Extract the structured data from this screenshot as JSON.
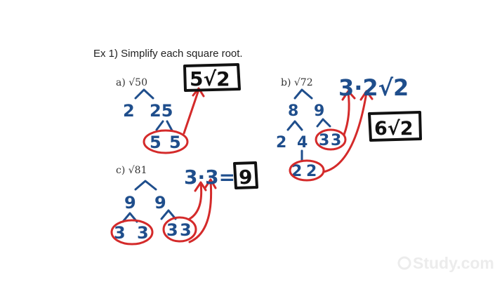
{
  "title": "Ex 1) Simplify each square root.",
  "problems": {
    "a": {
      "label": "a) √50",
      "tree": [
        "2",
        "25",
        "5",
        "5"
      ],
      "answer": "5√2"
    },
    "b": {
      "label": "b) √72",
      "tree": [
        "8",
        "9",
        "2",
        "4",
        "3",
        "3",
        "2",
        "2"
      ],
      "work": "3·2√2",
      "answer": "6√2"
    },
    "c": {
      "label": "c) √81",
      "tree": [
        "9",
        "9",
        "3",
        "3",
        "3",
        "3"
      ],
      "work": "3·3=",
      "answer": "9"
    }
  },
  "watermark": "Study.com",
  "colors": {
    "ink_blue": "#1f4e8c",
    "ink_red": "#d42a2a",
    "ink_black": "#111111"
  }
}
